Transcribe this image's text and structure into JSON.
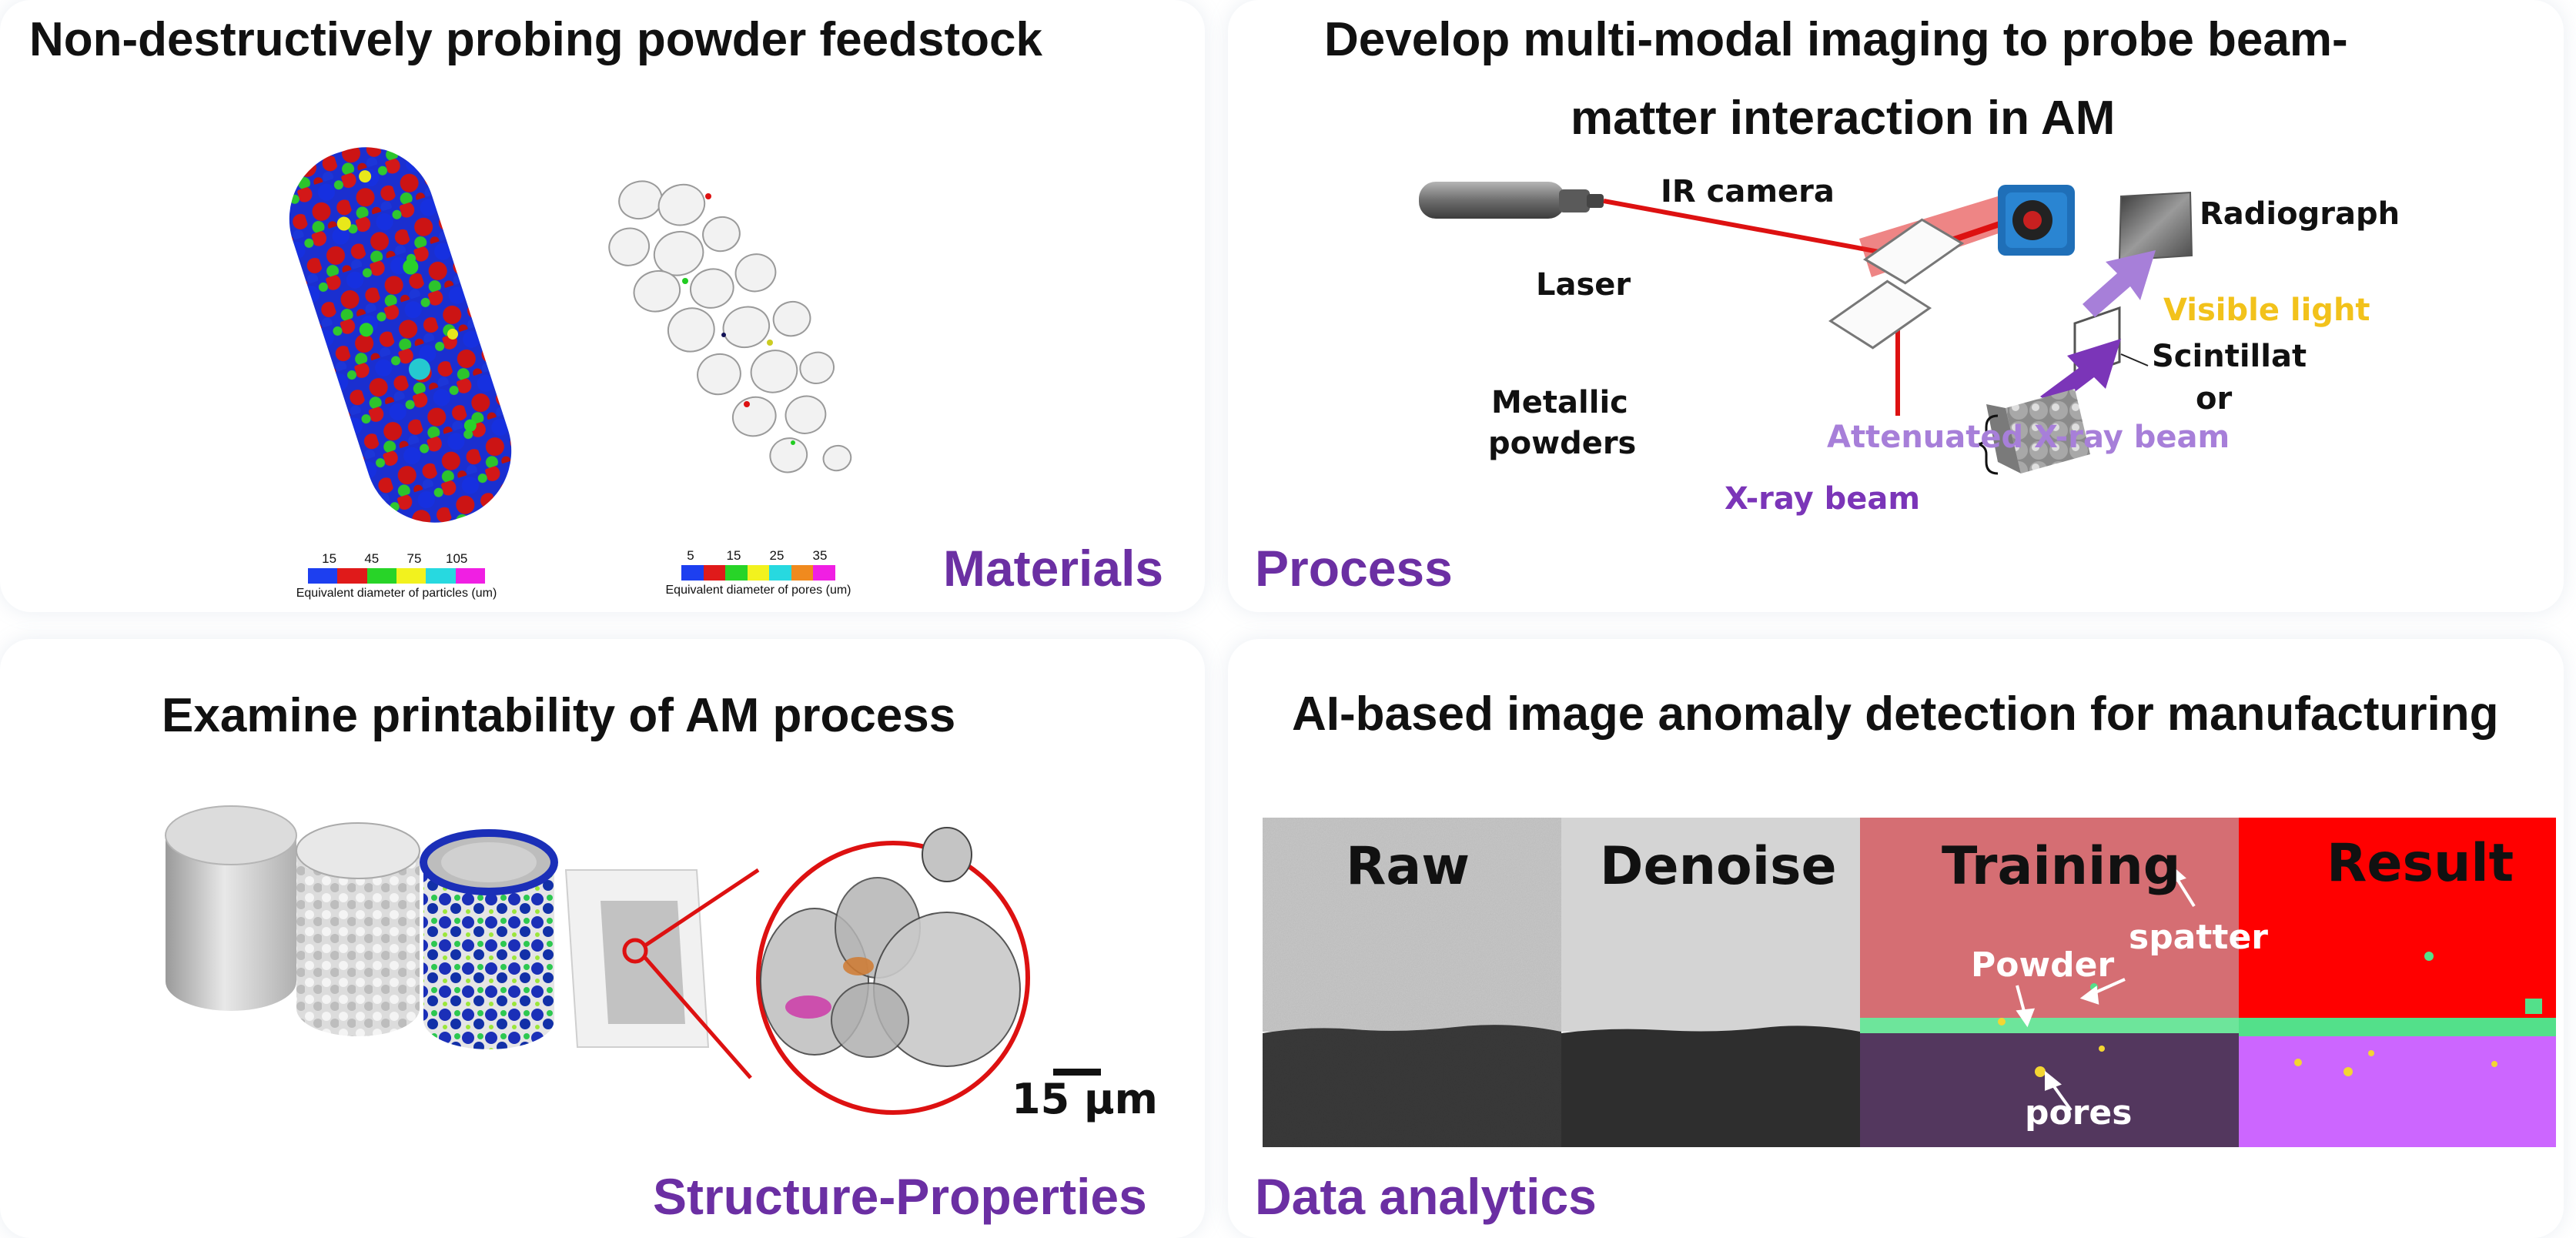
{
  "panels": {
    "materials": {
      "title": "Non-destructively probing powder feedstock",
      "category": "Materials",
      "particles_colorbar": {
        "ticks": [
          "15",
          "45",
          "75",
          "105"
        ],
        "caption": "Equivalent diameter of particles (um)",
        "colors": [
          "#1d3ff0",
          "#e01a1a",
          "#28d428",
          "#f2f21e",
          "#27d9e0",
          "#f01fe3"
        ]
      },
      "pores_colorbar": {
        "ticks": [
          "5",
          "15",
          "25",
          "35"
        ],
        "caption": "Equivalent diameter of pores (um)",
        "colors": [
          "#1d3ff0",
          "#e01a1a",
          "#28d428",
          "#f2f21e",
          "#27d9e0",
          "#f08a1e",
          "#f01fe3"
        ]
      }
    },
    "process": {
      "title_line1": "Develop multi-modal imaging to probe beam-",
      "title_line2": "matter interaction in AM",
      "category": "Process",
      "labels": {
        "ir_camera": "IR camera",
        "radiograph": "Radiograph",
        "laser": "Laser",
        "visible_light": "Visible light",
        "scintillator_1": "Scintillat",
        "scintillator_2": "or",
        "metallic_1": "Metallic",
        "metallic_2": "powders",
        "attenuated": "Attenuated X-ray beam",
        "xray": "X-ray beam"
      },
      "colors": {
        "laser": "#dd1111",
        "xray": "#7b35b8",
        "attenuated": "#a77fd9",
        "visible": "#f2c21b"
      }
    },
    "structure": {
      "title": "Examine printability of AM process",
      "category": "Structure-Properties",
      "scale_bar": "15 μm"
    },
    "analytics": {
      "title": "AI-based image anomaly detection for manufacturing",
      "category": "Data analytics",
      "columns": [
        "Raw",
        "Denoise",
        "Training",
        "Result"
      ],
      "annotations": {
        "spatter": "spatter",
        "powder": "Powder",
        "pores": "pores"
      },
      "colors": {
        "training_top": "#d56e73",
        "training_bottom": "#53375e",
        "result_top": "#ff0000",
        "result_bottom": "#cc66ff",
        "powder_band": "#53e08a",
        "pores": "#f3d632"
      }
    }
  }
}
